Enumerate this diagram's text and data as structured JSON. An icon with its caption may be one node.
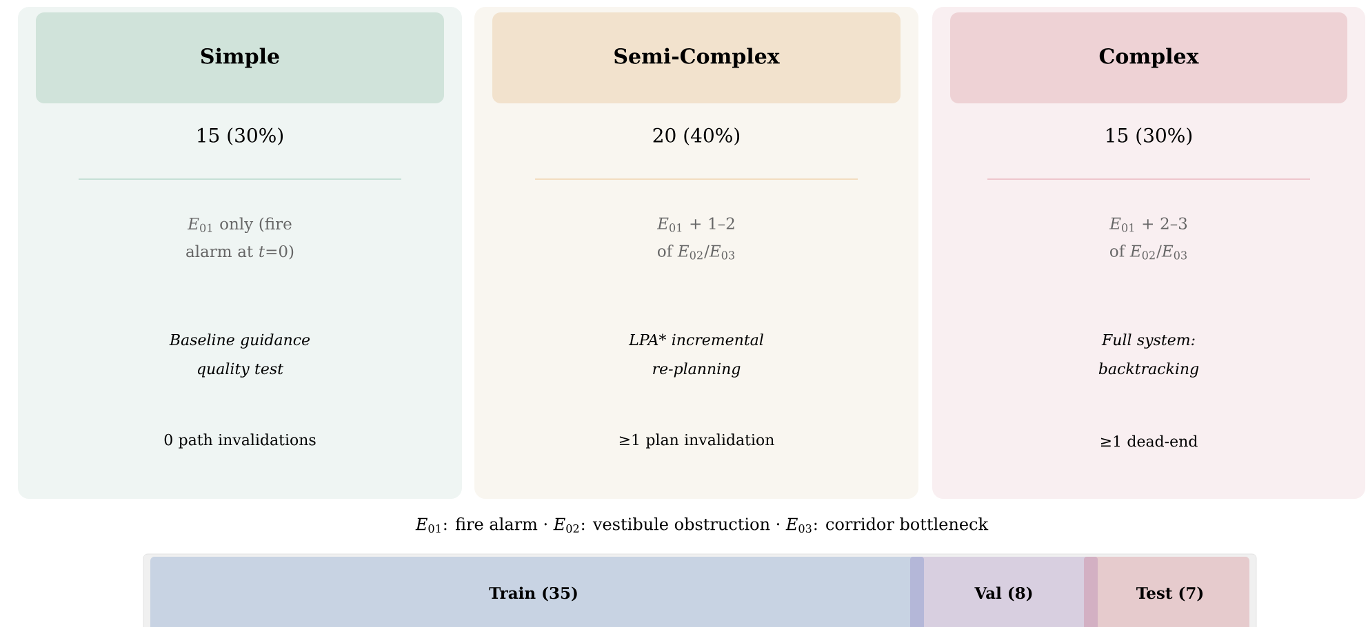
{
  "diagram": {
    "nodes": [
      {
        "text": [
          "Simple",
          "15 (30%)",
          "*E*$_{01}$ only (fire alarm at *t*=0)",
          "Baseline guidance quality test",
          "0 path invalidations"
        ]
      },
      {
        "text": [
          "Semi-Complex",
          "20 (40%)",
          "*E*$_{01}$ + 1–2 of *E*$_{02}$/*E*$_{03}$",
          "LPA* incremental re-planning",
          "≥1 plan invalidation"
        ]
      },
      {
        "text": [
          "Complex",
          "15 (30%)",
          "*E*$_{01}$ + 2–3 of *E*$_{02}$/*E*$_{03}$",
          "Full system: backtracking",
          "≥1 dead-end"
        ]
      },
      {
        "text": [],
        "shape": "bar"
      },
      {
        "text": [
          "Train (35)"
        ],
        "in": 3
      },
      {
        "text": [
          "Val (8)"
        ],
        "in": 3
      },
      {
        "text": [
          "Test (7)"
        ],
        "in": 3
      }
    ],
    "edges": [],
    "labels": [
      "*E*$_{01}$: fire alarm · *E*$_{02}$: vestibule obstruction · *E*$_{03}$: corridor bottleneck"
    ]
  }
}
